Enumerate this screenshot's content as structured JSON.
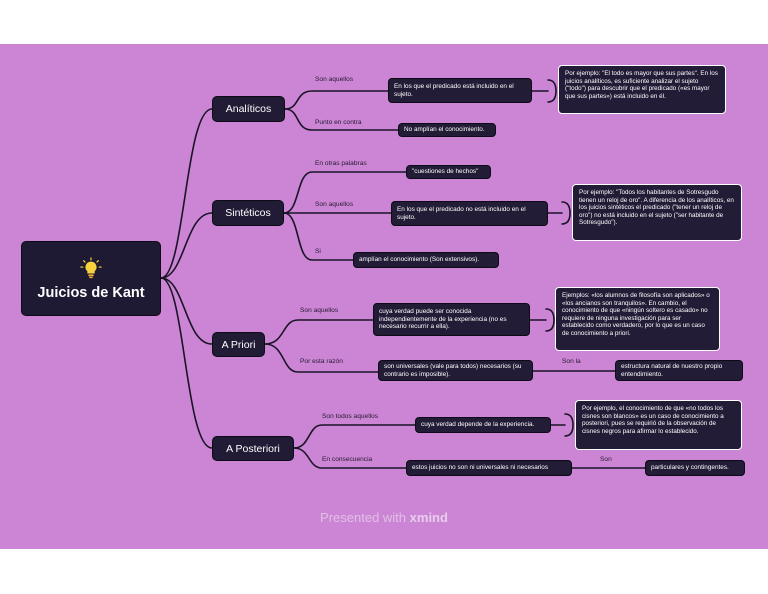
{
  "central": {
    "title": "Juicios de Kant",
    "icon": "lightbulb-icon"
  },
  "analiticos": {
    "title": "Analíticos",
    "label_1": "Son aquellos",
    "leaf_1": "En los que el predicado está incluido en el sujeto.",
    "note_1": "Por ejemplo: \"El todo es mayor que sus partes\". En los juicios analíticos, es suficiente analizar el sujeto (\"todo\") para descubrir que el predicado («es mayor que sus partes») está incluido en él.",
    "label_2": "Punto en contra",
    "leaf_2": "No amplían el conocimiento."
  },
  "sinteticos": {
    "title": "Sintéticos",
    "label_1": "En otras palabras",
    "leaf_1": "\"cuestiones de hechos\"",
    "label_2": "Son aquellos",
    "leaf_2": "En los que el predicado no está incluido en el sujeto.",
    "note_2": "Por ejemplo: \"Todos los habitantes de Sotresgudo tienen un reloj de oro\". A diferencia de los analíticos, en los juicios sintéticos el predicado (\"tener un reloj de oro\") no está incluido en el sujeto (\"ser habitante de Sotresgudo\").",
    "label_3": "Si",
    "leaf_3": "amplían el conocimiento (Son extensivos)."
  },
  "apriori": {
    "title": "A Priori",
    "label_1": "Son aquellos",
    "leaf_1": "cuya verdad puede ser conocida independientemente de la experiencia (no es necesario recurrir a ella).",
    "note_1": "Ejemplos: «los alumnos de filosofía son aplicados» o «los ancianos son tranquilos». En cambio, el conocimiento de que «ningún soltero es casado» no requiere de ninguna investigación para ser establecido como verdadero, por lo que es un caso de conocimiento a priori.",
    "label_2": "Por esta razón",
    "leaf_2": "son universales (vale para todos) necesarios (su contrario es imposible).",
    "label_3": "Son la",
    "leaf_3": "estructura natural de nuestro propio entendimiento."
  },
  "aposteriori": {
    "title": "A Posteriori",
    "label_1": "Son todos aquellos",
    "leaf_1": "cuya verdad depende de la experiencia.",
    "note_1": "Por ejemplo, el conocimiento de que «no todos los cisnes son blancos» es un caso de conocimiento a posteriori, pues se requirió de la observación de cisnes negros para afirmar lo establecido.",
    "label_2": "En consecuencia",
    "leaf_2": "estos juicios no son ni universales ni necesarios",
    "label_3": "Son",
    "leaf_3": "particulares y contingentes."
  },
  "watermark": {
    "prefix": "Presented with",
    "brand": "xmind"
  },
  "colors": {
    "canvas": "#cc85d5",
    "node": "#211b35",
    "line": "#1a1426",
    "text": "#ffffff"
  }
}
